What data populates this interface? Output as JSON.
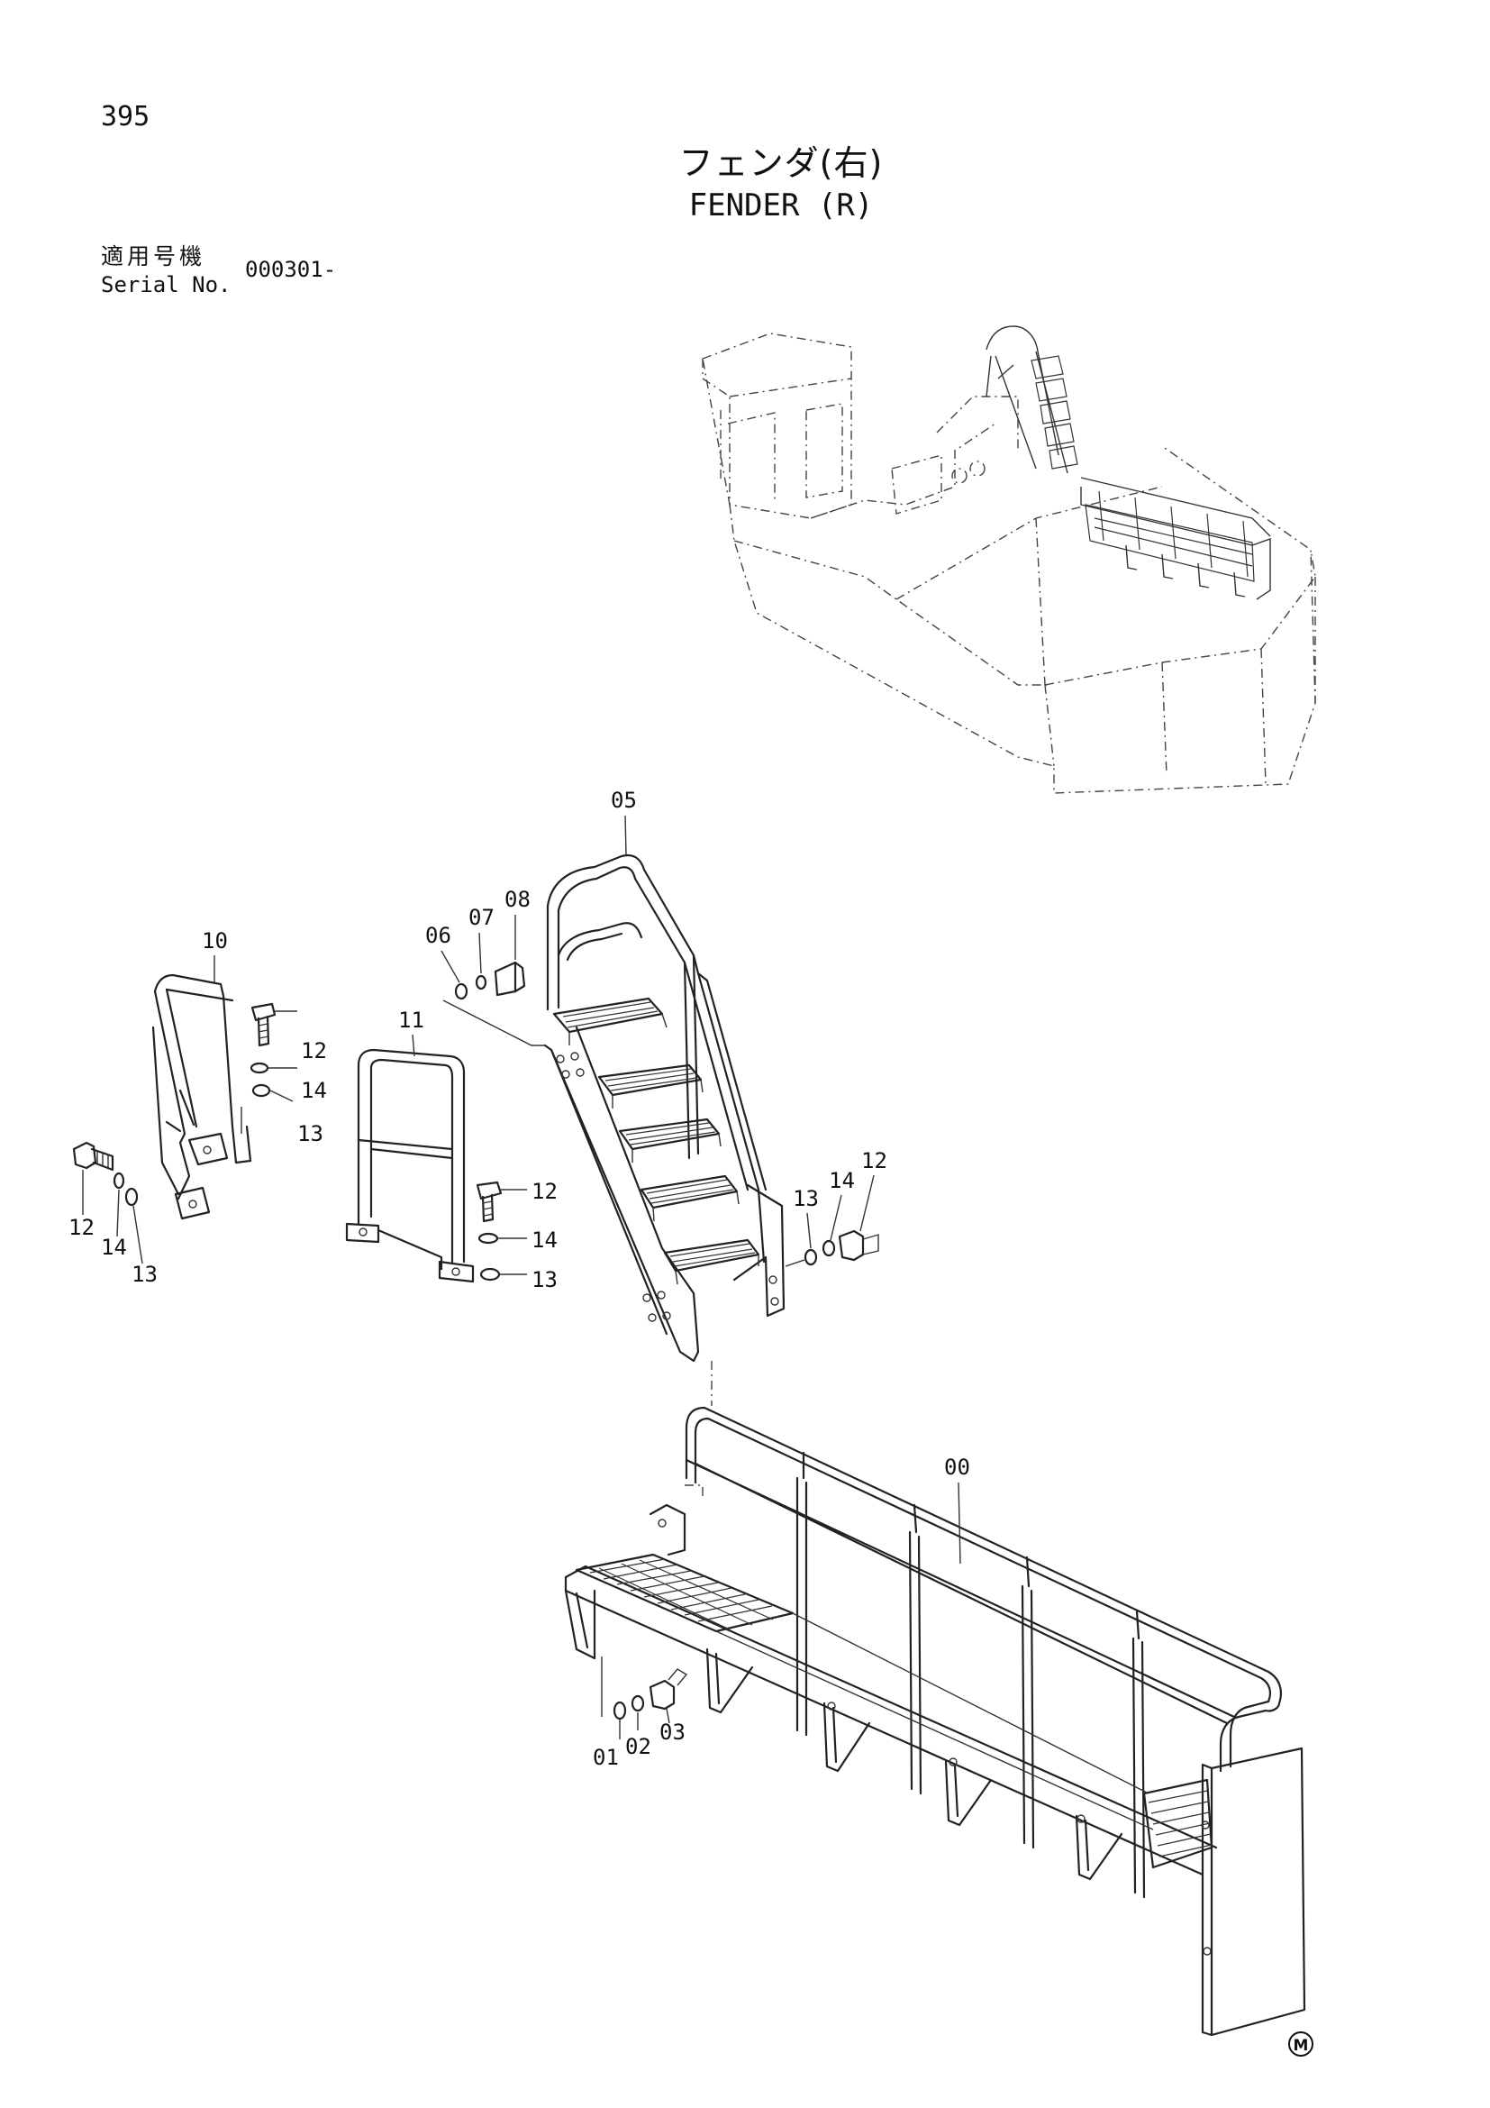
{
  "page_number": "395",
  "title": {
    "japanese": "フェンダ(右)",
    "english": "FENDER (R)"
  },
  "serial": {
    "label_japanese": "適用号機",
    "label_english": "Serial No.",
    "value": "000301-"
  },
  "part_labels": {
    "p00": "00",
    "p01": "01",
    "p02": "02",
    "p03": "03",
    "p05": "05",
    "p06": "06",
    "p07": "07",
    "p08": "08",
    "p10": "10",
    "p11": "11",
    "p12a": "12",
    "p14a": "14",
    "p13a": "13",
    "p12b": "12",
    "p14b": "14",
    "p13b": "13",
    "p12c": "12",
    "p14c": "14",
    "p13c": "13",
    "p13d": "13",
    "p14d": "14",
    "p12d": "12"
  },
  "mark": "M"
}
